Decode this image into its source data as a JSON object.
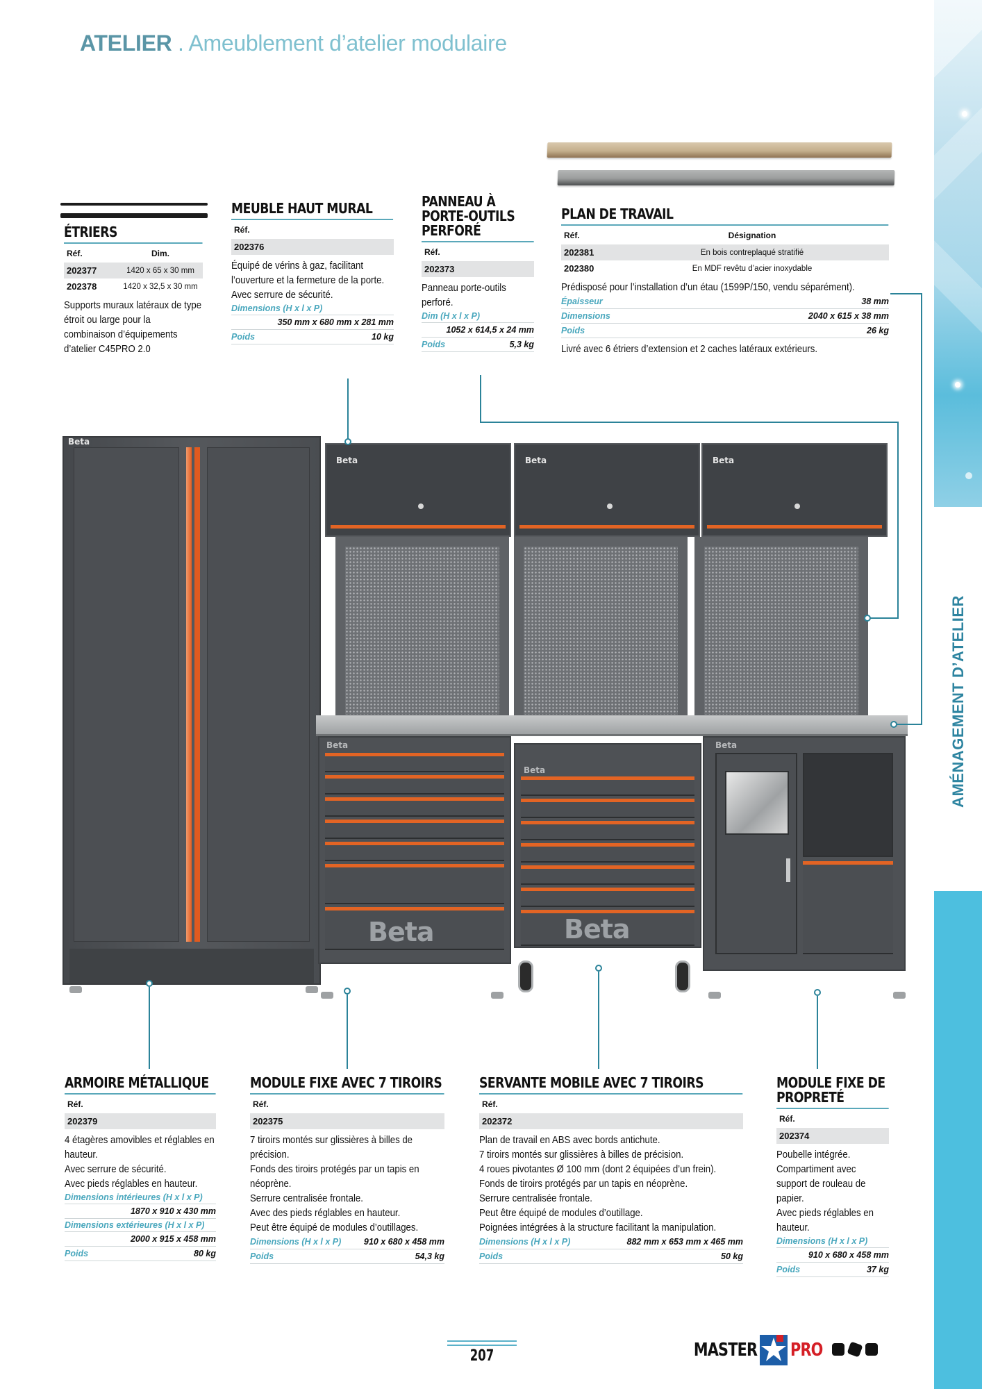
{
  "header": {
    "title_strong": "ATELIER",
    "title_separator": " . ",
    "title_light": "Ameublement d’atelier modulaire"
  },
  "sidebar": {
    "label": "AMÉNAGEMENT D’ATELIER"
  },
  "products": {
    "etriers": {
      "title": "ÉTRIERS",
      "columns": [
        "Réf.",
        "Dim."
      ],
      "rows": [
        {
          "ref": "202377",
          "dim": "1420 x 65 x 30 mm"
        },
        {
          "ref": "202378",
          "dim": "1420 x 32,5 x 30 mm"
        }
      ],
      "description": "Supports muraux latéraux de type étroit ou large pour la combinaison d’équipements d’atelier C45PRO 2.0"
    },
    "meuble_haut": {
      "title": "MEUBLE HAUT MURAL",
      "ref_label": "Réf.",
      "ref": "202376",
      "description_lines": [
        "Équipé de vérins à gaz, facilitant l’ouverture et la fermeture de la porte.",
        "Avec serrure de sécurité."
      ],
      "dimensions_label": "Dimensions (H x l x P)",
      "dimensions": "350 mm x 680 mm x 281 mm",
      "weight_label": "Poids",
      "weight": "10 kg"
    },
    "panneau": {
      "title_lines": [
        "PANNEAU À",
        "PORTE-OUTILS",
        "PERFORÉ"
      ],
      "ref_label": "Réf.",
      "ref": "202373",
      "description": "Panneau porte-outils perforé.",
      "dimensions_label": "Dim (H x l x P)",
      "dimensions": "1052 x 614,5 x 24 mm",
      "weight_label": "Poids",
      "weight": "5,3 kg"
    },
    "plan_travail": {
      "title": "PLAN DE TRAVAIL",
      "columns": [
        "Réf.",
        "Désignation"
      ],
      "rows": [
        {
          "ref": "202381",
          "designation": "En bois contreplaqué stratifié"
        },
        {
          "ref": "202380",
          "designation": "En MDF revêtu d’acier inoxydable"
        }
      ],
      "description": "Prédisposé pour l’installation d’un étau (1599P/150, vendu séparément).",
      "specs": [
        {
          "label": "Épaisseur",
          "value": "38 mm"
        },
        {
          "label": "Dimensions",
          "value": "2040 x 615 x 38 mm"
        },
        {
          "label": "Poids",
          "value": "26 kg"
        }
      ],
      "note": "Livré avec 6 étriers d’extension et 2 caches latéraux extérieurs."
    },
    "armoire": {
      "title": "ARMOIRE MÉTALLIQUE",
      "ref_label": "Réf.",
      "ref": "202379",
      "description_lines": [
        "4 étagères amovibles et réglables en hauteur.",
        "Avec serrure de sécurité.",
        "Avec pieds réglables en hauteur."
      ],
      "dim_int_label": "Dimensions intérieures (H x l x P)",
      "dim_int": "1870 x 910 x 430 mm",
      "dim_ext_label": "Dimensions extérieures (H x l x P)",
      "dim_ext": "2000 x 915 x 458 mm",
      "weight_label": "Poids",
      "weight": "80 kg"
    },
    "module_7": {
      "title": "MODULE FIXE AVEC 7 TIROIRS",
      "ref_label": "Réf.",
      "ref": "202375",
      "description_lines": [
        "7 tiroirs montés sur glissières à billes de précision.",
        "Fonds des tiroirs protégés par un tapis en néoprène.",
        "Serrure centralisée frontale.",
        "Avec des pieds réglables en hauteur.",
        "Peut être équipé de modules d’outillages."
      ],
      "dimensions_label": "Dimensions (H x l x P)",
      "dimensions": "910 x 680 x 458 mm",
      "weight_label": "Poids",
      "weight": "54,3 kg"
    },
    "servante": {
      "title": "SERVANTE MOBILE AVEC 7 TIROIRS",
      "ref_label": "Réf.",
      "ref": "202372",
      "description_lines": [
        "Plan de travail en ABS avec bords antichute.",
        "7 tiroirs montés sur glissières à billes de précision.",
        "4 roues pivotantes Ø 100 mm (dont 2 équipées d’un frein).",
        "Fonds de tiroirs protégés par un tapis en néoprène.",
        "Serrure centralisée frontale.",
        "Peut être équipé de modules d’outillage.",
        "Poignées intégrées à la structure facilitant la manipulation."
      ],
      "dimensions_label": "Dimensions (H x l x P)",
      "dimensions": "882 mm x 653 mm x 465 mm",
      "weight_label": "Poids",
      "weight": "50 kg"
    },
    "proprete": {
      "title_lines": [
        "MODULE FIXE DE",
        "PROPRETÉ"
      ],
      "ref_label": "Réf.",
      "ref": "202374",
      "description_lines": [
        "Poubelle intégrée.",
        "Compartiment avec support de rouleau de papier.",
        "Avec pieds réglables en hauteur."
      ],
      "dimensions_label": "Dimensions (H x l x P)",
      "dimensions": "910 x 680 x 458 mm",
      "weight_label": "Poids",
      "weight": "37 kg"
    }
  },
  "photo": {
    "brand_logo": "Beta"
  },
  "footer": {
    "page_number": "207",
    "brand_left": "MASTER",
    "brand_right": "PRO"
  },
  "colors": {
    "accent_teal": "#2b8399",
    "label_blue": "#49a7bd",
    "title_blue": "#5a95a6",
    "drawer_orange": "#e36424",
    "cabinet_grey": "#4d5054",
    "sidebar_blue": "#4dbfdf"
  }
}
